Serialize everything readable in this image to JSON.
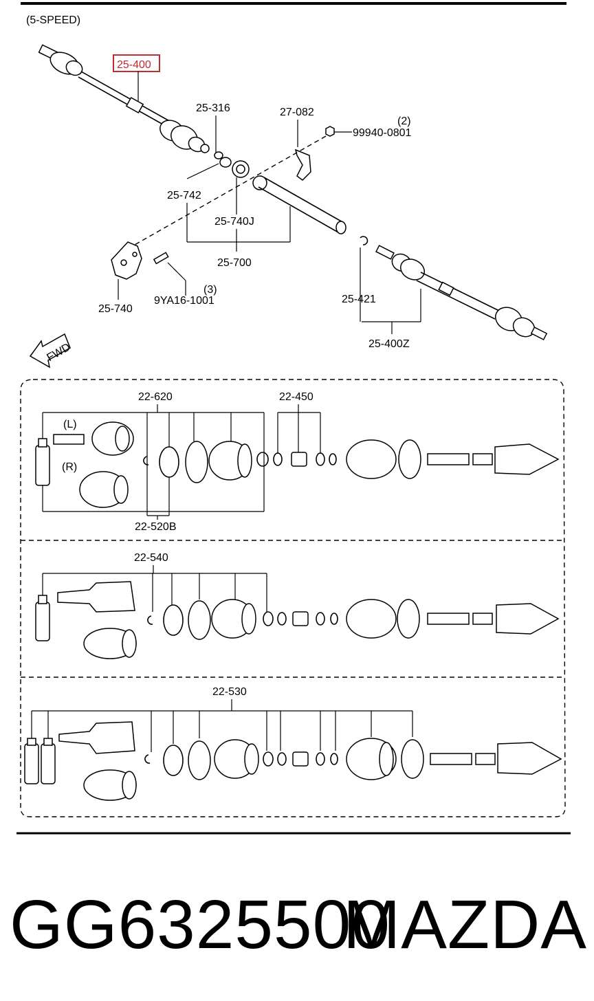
{
  "diagram": {
    "header": "(5-SPEED)",
    "fwd_label": "FWD",
    "callouts": {
      "c_25_400": "25-400",
      "c_25_316": "25-316",
      "c_27_082": "27-082",
      "c_99940_0801": "99940-0801",
      "c_qty2": "(2)",
      "c_25_742": "25-742",
      "c_25_740j": "25-740J",
      "c_25_700": "25-700",
      "c_25_740": "25-740",
      "c_9ya16_1001": "9YA16-1001",
      "c_qty3": "(3)",
      "c_25_421": "25-421",
      "c_25_400z": "25-400Z"
    },
    "kit_panel": {
      "c_22_620": "22-620",
      "c_22_450": "22-450",
      "c_left": "(L)",
      "c_right": "(R)",
      "c_22_520b": "22-520B",
      "c_22_540": "22-540",
      "c_22_530": "22-530"
    },
    "highlight_color": "#c2292e"
  },
  "footer": {
    "part_number": "GG6325500",
    "brand": "MAZDA"
  }
}
